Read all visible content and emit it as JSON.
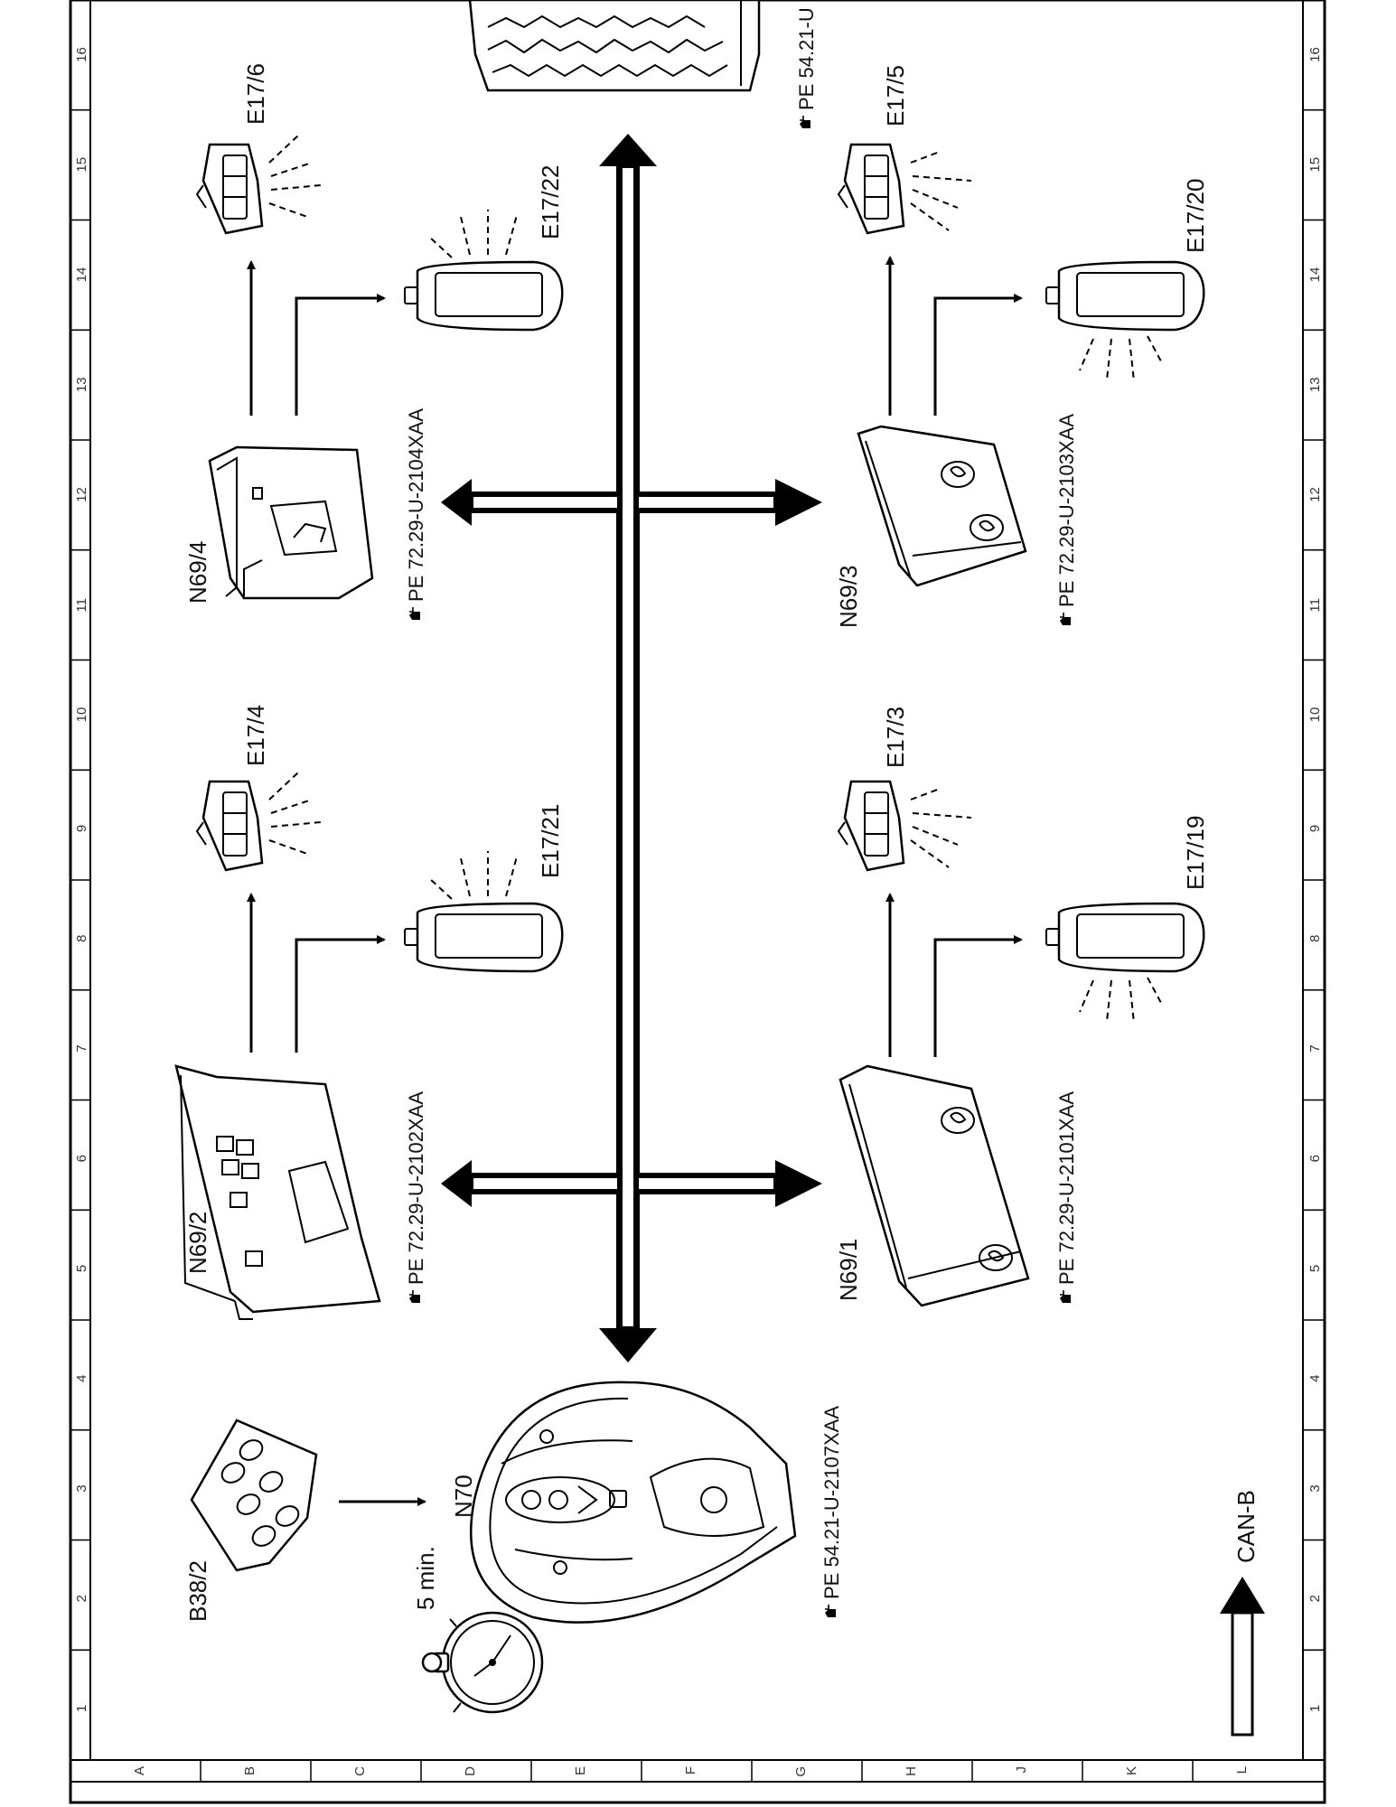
{
  "frame": {
    "number_ticks": [
      "1",
      "2",
      "3",
      "4",
      "5",
      "6",
      "7",
      "8",
      "9",
      "10",
      "11",
      "12",
      "13",
      "14",
      "15",
      "16"
    ],
    "letter_ticks": [
      "A",
      "B",
      "C",
      "D",
      "E",
      "F",
      "G",
      "H",
      "J",
      "K",
      "L"
    ]
  },
  "components": {
    "n69_2": {
      "label": "N69/2",
      "ref": "PE 72.29-U-2102XAA"
    },
    "n69_4": {
      "label": "N69/4",
      "ref": "PE 72.29-U-2104XAA"
    },
    "n69_1": {
      "label": "N69/1",
      "ref": "PE 72.29-U-2101XAA"
    },
    "n69_3": {
      "label": "N69/3",
      "ref": "PE 72.29-U-2103XAA"
    },
    "e17_6": {
      "label": "E17/6"
    },
    "e17_4": {
      "label": "E17/4"
    },
    "e17_5": {
      "label": "E17/5"
    },
    "e17_3": {
      "label": "E17/3"
    },
    "e17_22": {
      "label": "E17/22"
    },
    "e17_21": {
      "label": "E17/21"
    },
    "e17_20": {
      "label": "E17/20"
    },
    "e17_19": {
      "label": "E17/19"
    },
    "b38_2": {
      "label": "B38/2"
    },
    "n70": {
      "label": "N70",
      "ref": "PE 54.21-U-2107XAA"
    },
    "top_module": {
      "ref": "PE 54.21-U"
    }
  },
  "timer": {
    "label": "5 min."
  },
  "legend": {
    "label": "CAN-B"
  },
  "icons": {
    "reference": "pointing-hand-icon",
    "timer": "stopwatch-icon",
    "lamp": "lamp-icon",
    "module": "control-module-icon",
    "sensor": "rain-light-sensor-icon",
    "overhead_panel": "overhead-control-panel-icon"
  }
}
